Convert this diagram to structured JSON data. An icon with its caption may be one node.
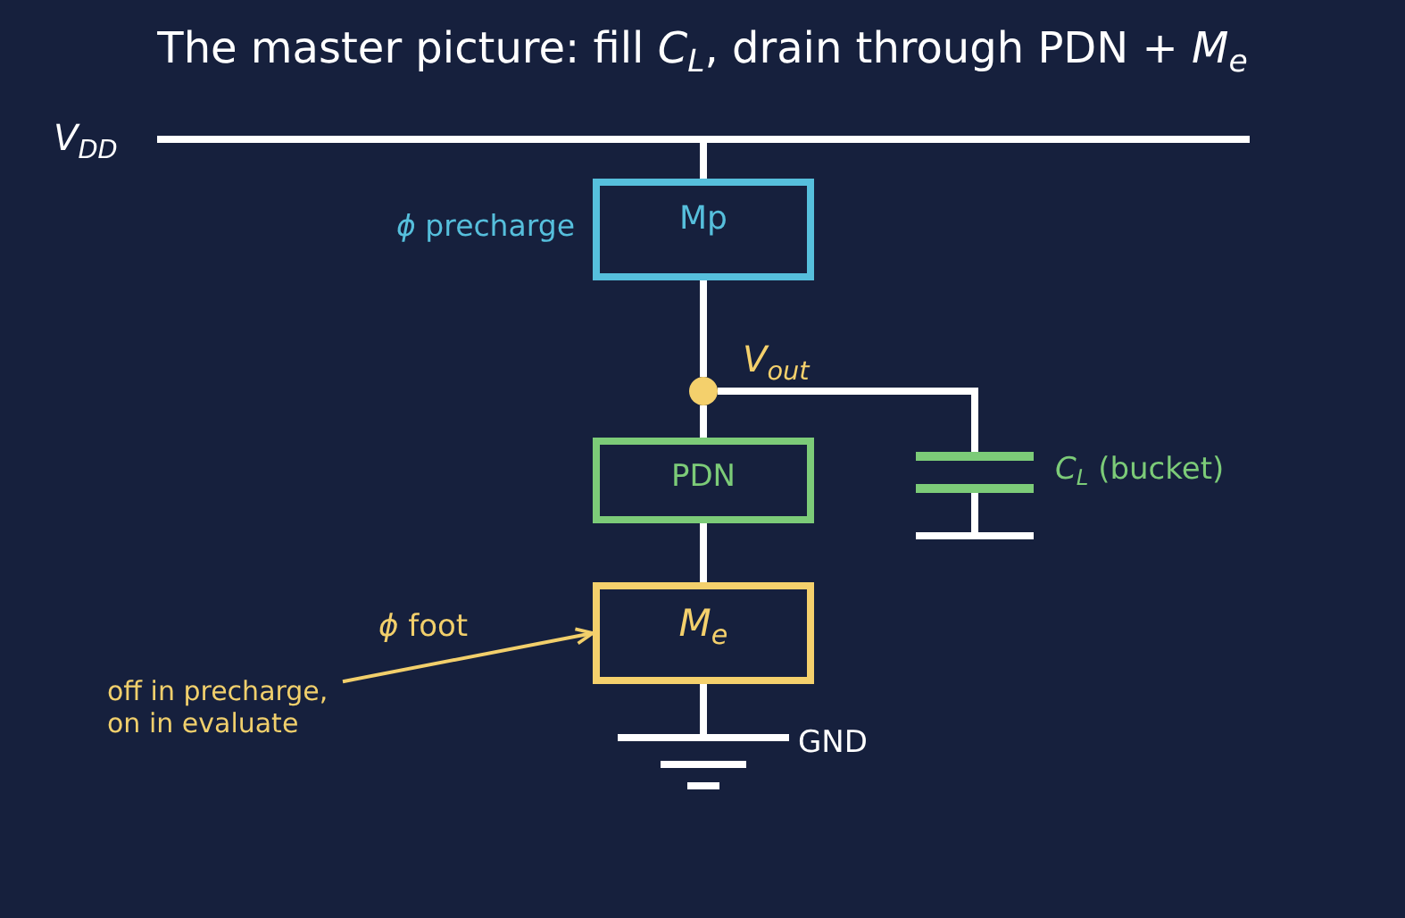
{
  "diagram": {
    "title": "The master picture: fill *C*$_{L}$, drain through PDN + *M*$_{e}$",
    "nodes": [
      {
        "text": [],
        "shape": "bar",
        "beside": [
          "*V*$_{DD}$"
        ]
      },
      {
        "text": [
          "Mp"
        ],
        "beside": [
          "*ϕ* precharge"
        ]
      },
      {
        "text": [],
        "shape": "circle",
        "beside": [
          "*V*$_{out}$"
        ]
      },
      {
        "text": [
          "PDN"
        ]
      },
      {
        "text": [],
        "shape": "capacitor",
        "beside": [
          "*C*$_{L}$ (bucket)"
        ]
      },
      {
        "text": [
          "*M*$_{e}$"
        ]
      },
      {
        "text": [
          "off in precharge, on in evaluate"
        ]
      },
      {
        "text": [],
        "shape": "ground",
        "beside": [
          "GND"
        ]
      }
    ],
    "edges": [
      {
        "from": 0,
        "to": 1,
        "arrow": "none"
      },
      {
        "from": 1,
        "to": 2,
        "arrow": "none"
      },
      {
        "from": 2,
        "to": 3,
        "arrow": "none"
      },
      {
        "from": 2,
        "to": 4,
        "arrow": "none"
      },
      {
        "from": 3,
        "to": 5,
        "arrow": "none"
      },
      {
        "from": 5,
        "to": 7,
        "arrow": "none"
      },
      {
        "from": 6,
        "to": 5,
        "arrow": "to",
        "label": "*ϕ* foot",
        "color": "#f2cf6b"
      }
    ]
  }
}
